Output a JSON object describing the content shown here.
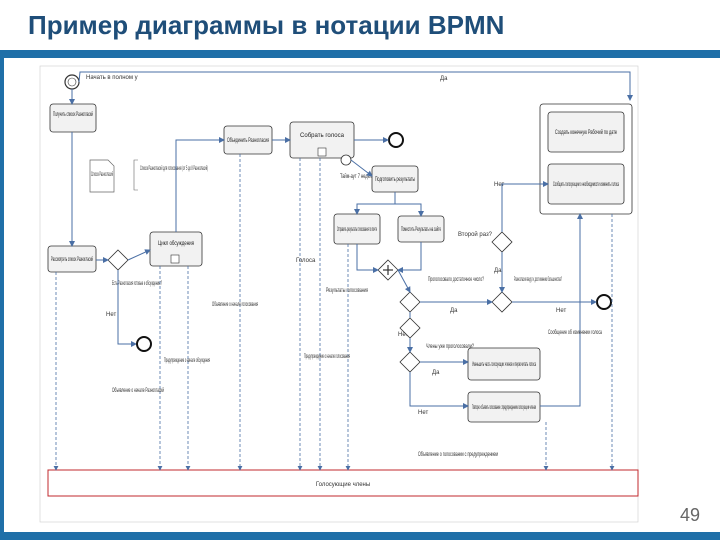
{
  "slide": {
    "title": "Пример диаграммы в нотации BPMN",
    "page_number": "49"
  },
  "colors": {
    "title": "#1f4e79",
    "accent_bar": "#1f6fa8",
    "flow": "#4a6fa5",
    "pool_border": "#c0282d",
    "task_fill": "#f2f2f2"
  },
  "diagram": {
    "start_event": "Начать в полном у",
    "pool_label": "Голосующие члены",
    "tasks": {
      "get_list": "Получить список Разногласий",
      "review_list": "Рассмотреть список Разногласий",
      "merge": "Объединить Разногласия",
      "collect_votes": "Собрать голоса",
      "cycle": "Цикл обсуждения",
      "prepare": "Подготовить результаты",
      "send_results": "Отправить результаты голосования по почте",
      "publish": "Поместить Результаты на сайте",
      "decrease": "Уменьшить часть голосующих членов и пересчитать голоса",
      "redo": "Повторно объявить голосование с предупреждением голосующим членам",
      "recreate": "Создать конечную Рабочий по дате",
      "notify": "Сообщить голосующим о необходимости изменить голоса"
    },
    "data_object": "Список Разногласий для голосования (от 5 до 8 Разногласий)",
    "data_object_short": "Список Разногласий",
    "annotations": {
      "ready": "Есть Разногласия готовые к обсуждению?",
      "warned": "Предупреждение о начале обсуждения",
      "vote_announce": "Объявление о начале голосования",
      "vote_warning": "Предупреждение о начале голосования",
      "timer_7": "Тайм-аут 7 недель",
      "enough": "Проголосовало достаточное число?",
      "second_time": "Второй раз?",
      "resolved": "Разногласия ведут к достижению большинства?",
      "members_decreased": "Члены уже проголосовали?",
      "change_msg": "Сообщение об изменении голоса",
      "warning_end": "Объявление о голосовании с предупреждением",
      "results": "Результаты голосования",
      "discussion_announce": "Объявление о начале Разногласий",
      "votes": "Голоса"
    },
    "edge_labels": {
      "yes": "Да",
      "no": "Нет"
    }
  }
}
